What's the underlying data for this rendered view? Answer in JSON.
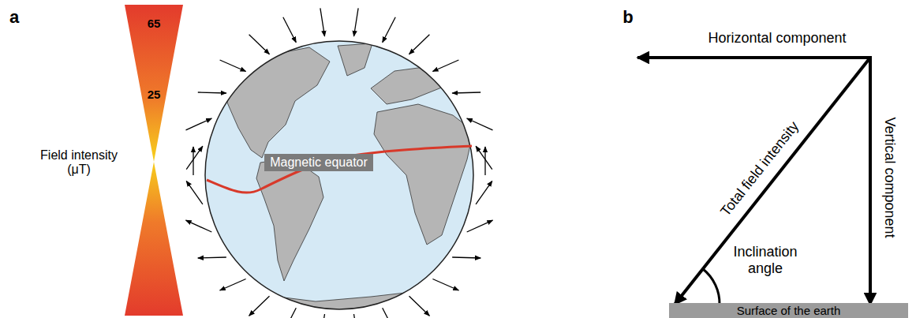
{
  "diagram": {
    "nodes": [
      {
        "text": [
          "Magnetic equator"
        ]
      },
      {
        "text": [
          "Surface of the earth"
        ]
      }
    ],
    "labels": [
      "a",
      "65",
      "25",
      "Field intensity (μT)",
      "b",
      "Horizontal component",
      "Vertical component",
      "Total field intensity",
      "Inclination angle"
    ]
  }
}
